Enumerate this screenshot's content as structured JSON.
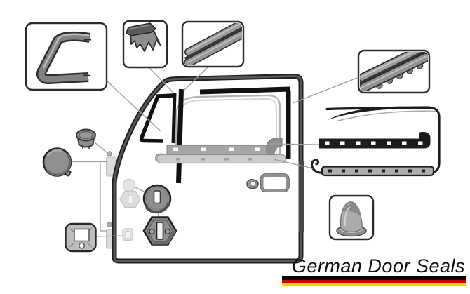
{
  "title": {
    "text": "German Door Seals"
  },
  "flag_colors": {
    "black": "#000000",
    "red": "#d40000",
    "gold": "#ffcc00"
  },
  "illustration": {
    "background": "#ffffff",
    "outline_color": "#1c1c1c",
    "seal_gray": "#8f8f8f",
    "ghost_gray": "#e0e0e0",
    "leader_line_color": "#9f9f9f",
    "callouts": [
      {
        "name": "vent-window-seal-detail"
      },
      {
        "name": "seal-cross-section-detail"
      },
      {
        "name": "glass-run-channel-detail"
      },
      {
        "name": "glass-run-channel-large-detail"
      },
      {
        "name": "cone-bump-stop-detail"
      }
    ],
    "door_parts": [
      "door-outline",
      "vent-window-frame-seal",
      "window-divider-bar",
      "glass-run-top-seal",
      "window-opening-seal",
      "outer-sill-scraper",
      "inner-sill-scraper",
      "door-handle-cup",
      "handle-escutcheon",
      "door-edge-trim",
      "hole-plug",
      "door-stop-knob",
      "hinge-plates",
      "lock-cylinder-seal",
      "hexagon-escutcheon",
      "regulator-cover-plate",
      "door-aperture-seal",
      "outer-scraper-strip",
      "inner-scraper-strip"
    ]
  }
}
